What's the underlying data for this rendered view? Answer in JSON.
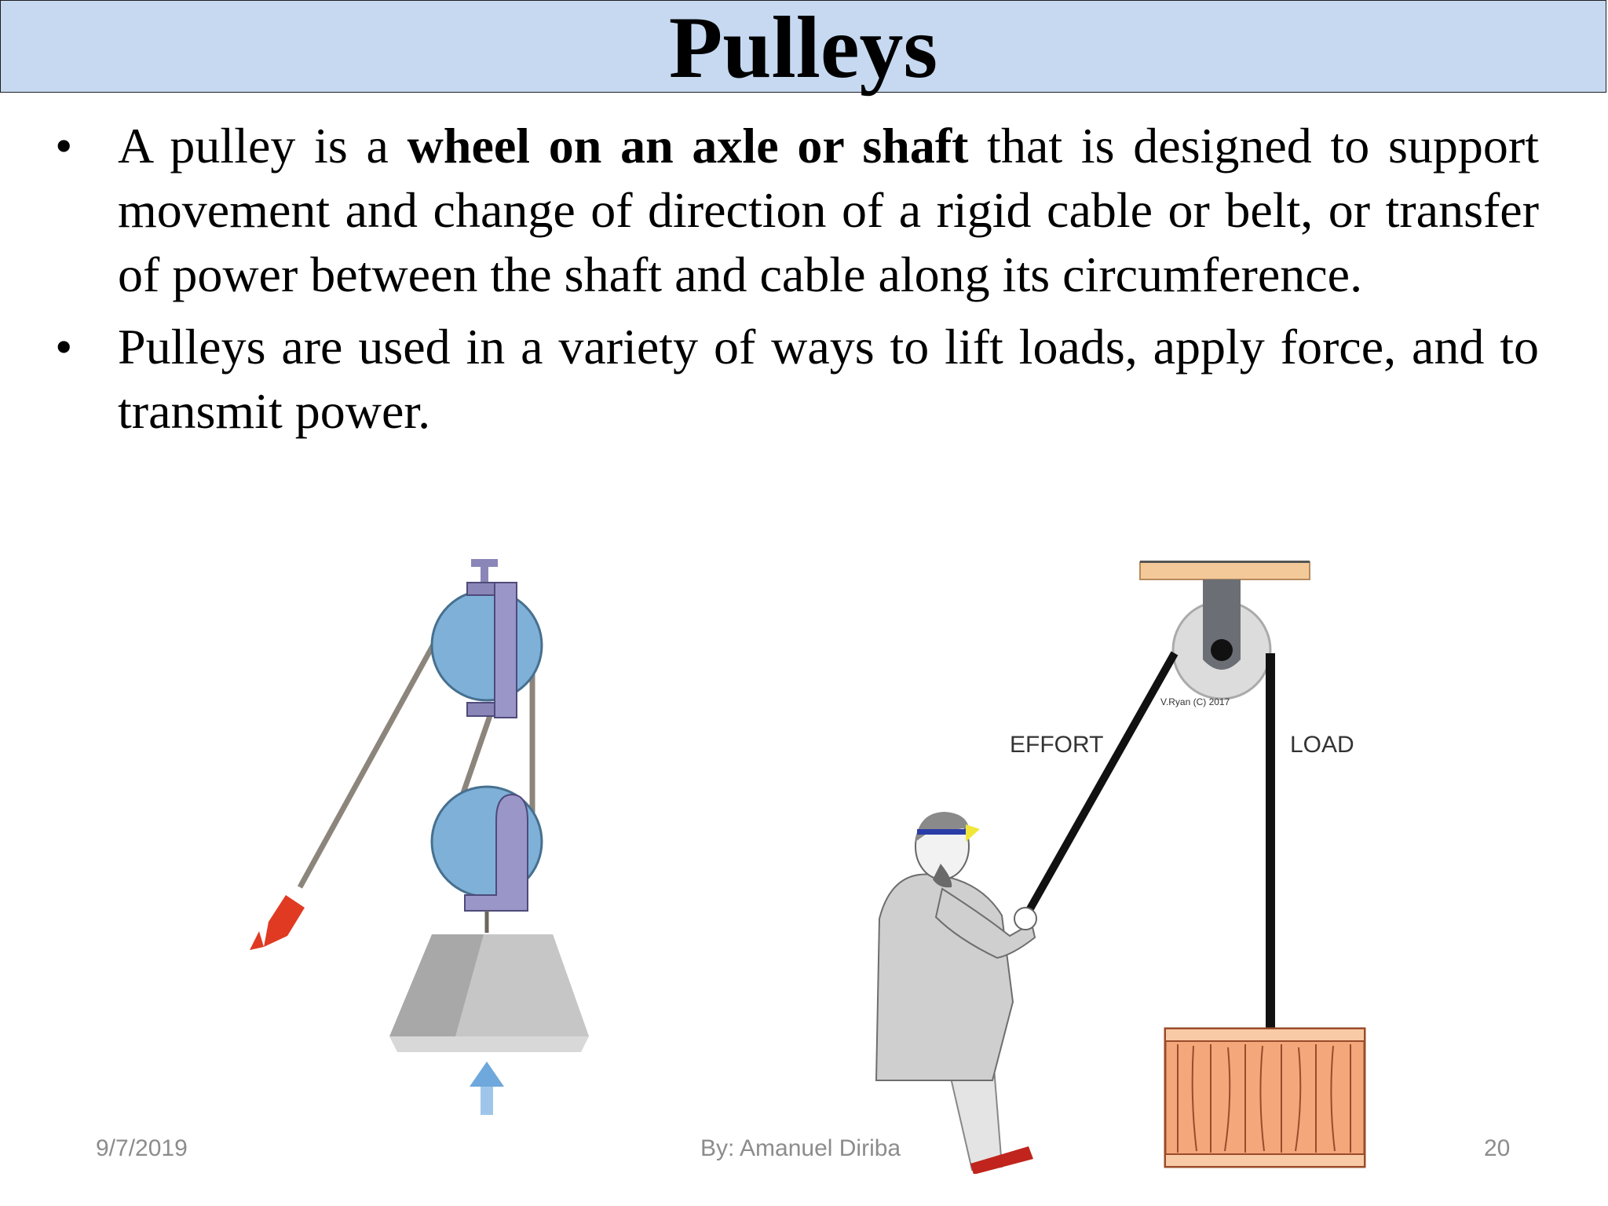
{
  "slide": {
    "title": "Pulleys",
    "bullets": [
      {
        "before": "A pulley is a ",
        "bold": "wheel on an axle or shaft",
        "after": " that is designed to support movement and change of direction of a rigid cable or belt, or transfer of power between the shaft and cable along its circumference."
      },
      {
        "text": "Pulleys are used in a variety of ways to lift loads, apply force, and to transmit power."
      }
    ],
    "bullet_glyph": "•"
  },
  "figure_right": {
    "effort_label": "EFFORT",
    "load_label": "LOAD",
    "credit": "V.Ryan (C) 2017"
  },
  "footer": {
    "date": "9/7/2019",
    "author": "By: Amanuel Diriba",
    "page_number": "20"
  },
  "colors": {
    "title_bg": "#c6d9f1",
    "pulley_wheel": "#7fb0d8",
    "arrow_red": "#e03a22",
    "arrow_blue": "#6ea8dc",
    "crate": "#f0a878"
  },
  "icons": {
    "bullet": "bullet-dot"
  }
}
